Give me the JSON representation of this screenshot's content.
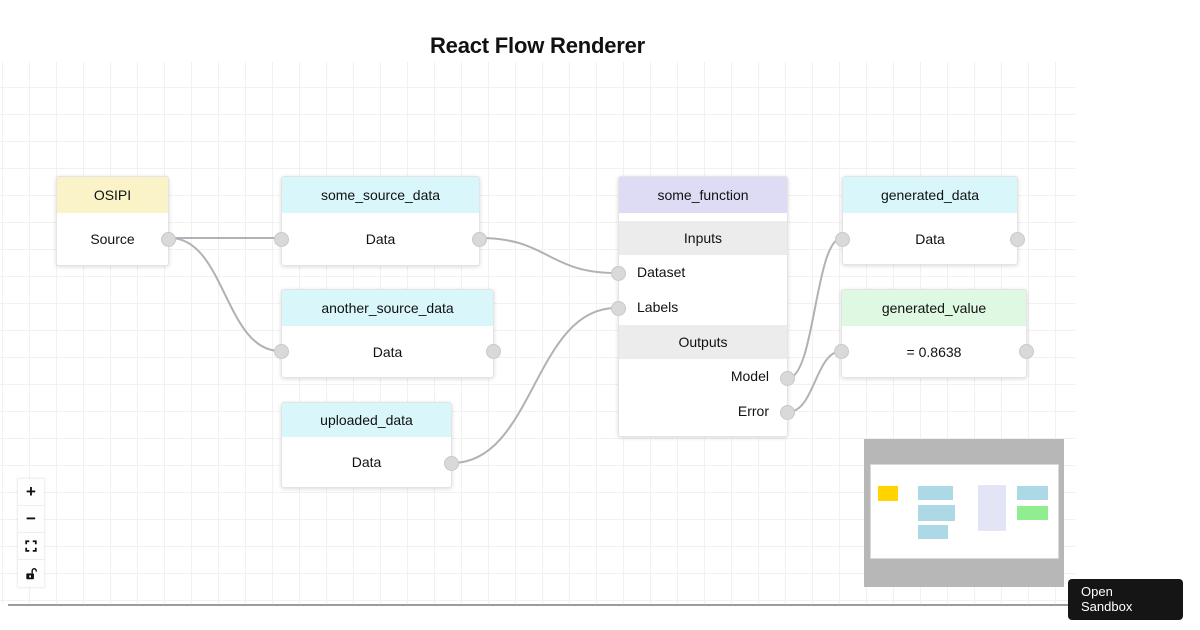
{
  "title": "React Flow Renderer",
  "nodes": {
    "osipi": {
      "title": "OSIPI",
      "output": "Source"
    },
    "some_source_data": {
      "title": "some_source_data",
      "output": "Data"
    },
    "another_source_data": {
      "title": "another_source_data",
      "output": "Data"
    },
    "uploaded_data": {
      "title": "uploaded_data",
      "output": "Data"
    },
    "some_function": {
      "title": "some_function",
      "inputs_label": "Inputs",
      "outputs_label": "Outputs",
      "inputs": [
        "Dataset",
        "Labels"
      ],
      "outputs": [
        "Model",
        "Error"
      ]
    },
    "generated_data": {
      "title": "generated_data",
      "output": "Data"
    },
    "generated_value": {
      "title": "generated_value",
      "output": "= 0.8638"
    }
  },
  "controls": {
    "zoom_in_glyph": "+",
    "zoom_out_glyph": "−"
  },
  "sandbox_button": {
    "line1": "Open",
    "line2": "Sandbox"
  },
  "colors": {
    "node_header_yellow": "#faf3c8",
    "node_header_cyan": "#d9f6fa",
    "node_header_purple": "#dedcf5",
    "node_header_green": "#dff8e1",
    "section_band": "#ececec",
    "edge": "#b1b1b7",
    "handle": "#d9d9d9",
    "minimap_mask": "#b7b7b7",
    "minimap_node_yellow": "#ffd400",
    "minimap_node_blue": "#add8e6",
    "minimap_node_purple": "#e4e4f7",
    "minimap_node_green": "#90ee90",
    "sandbox_bg": "#151515"
  }
}
